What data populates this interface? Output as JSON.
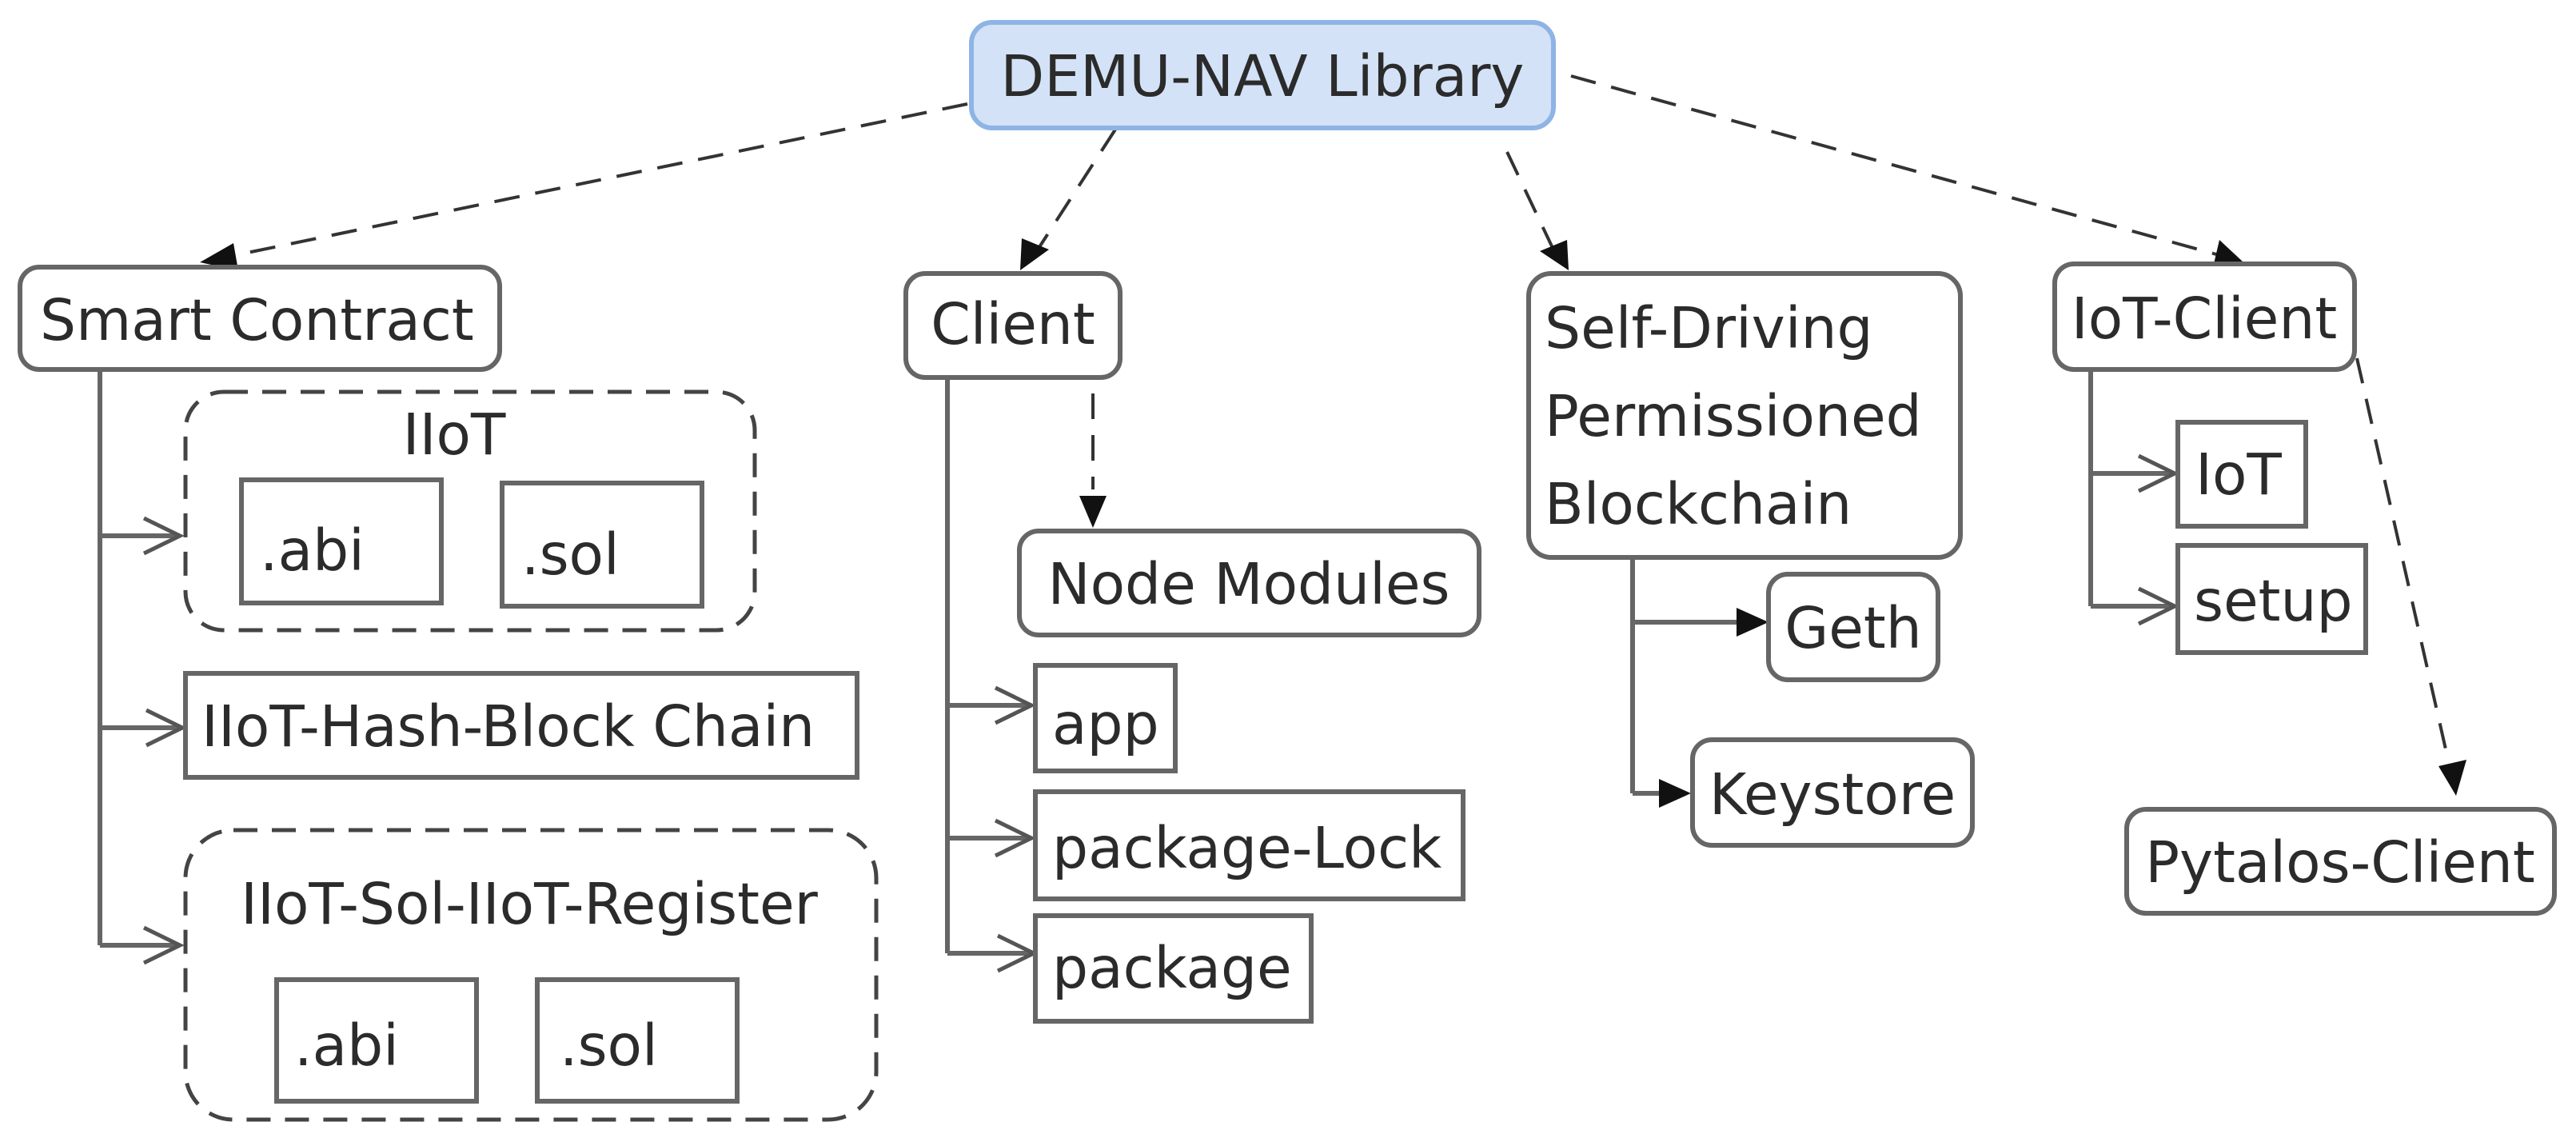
{
  "diagram": {
    "root": "DEMU-NAV Library",
    "smart_contract": {
      "label": "Smart Contract",
      "iiot_group": {
        "label": "IIoT",
        "files": [
          ".abi",
          ".sol"
        ]
      },
      "hash_block_chain": "IIoT-Hash-Block Chain",
      "register_group": {
        "label": "IIoT-Sol-IIoT-Register",
        "files": [
          ".abi",
          ".sol"
        ]
      }
    },
    "client": {
      "label": "Client",
      "node_modules": "Node Modules",
      "files": [
        "app",
        "package-Lock",
        "package"
      ]
    },
    "self_driving": {
      "label_lines": [
        "Self-Driving",
        "Permissioned",
        "Blockchain"
      ],
      "children": [
        "Geth",
        "Keystore"
      ]
    },
    "iot_client": {
      "label": "IoT-Client",
      "children": [
        "IoT",
        "setup"
      ],
      "pytalos": "Pytalos-Client"
    }
  }
}
